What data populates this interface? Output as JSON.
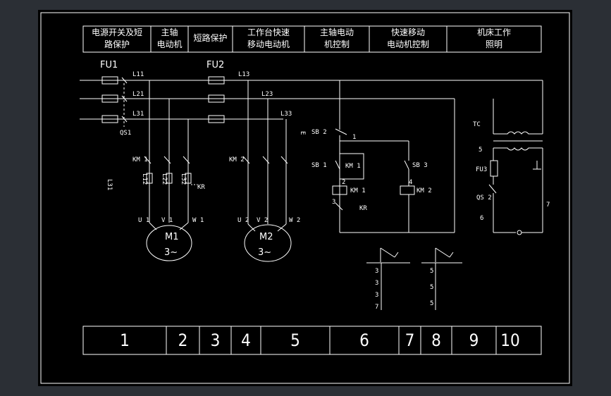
{
  "header_cells": [
    {
      "line1": "电源开关及短",
      "line2": "路保护"
    },
    {
      "line1": "主轴",
      "line2": "电动机"
    },
    {
      "line1": "短路保护",
      "line2": ""
    },
    {
      "line1": "工作台快速",
      "line2": "移动电动机"
    },
    {
      "line1": "主轴电动",
      "line2": "机控制"
    },
    {
      "line1": "快速移动",
      "line2": "电动机控制"
    },
    {
      "line1": "机床工作",
      "line2": "照明"
    }
  ],
  "footer_numbers": [
    "1",
    "2",
    "3",
    "4",
    "5",
    "6",
    "7",
    "8",
    "9",
    "10"
  ],
  "labels": {
    "fu1": "FU1",
    "fu2": "FU2",
    "l11": "L11",
    "l21": "L21",
    "l31": "L31",
    "l13": "L13",
    "l23": "L23",
    "l33": "L33",
    "qs1": "QS1",
    "km1_main": "KM 1",
    "km2_main": "KM 2",
    "l12": "L12",
    "l22": "L22",
    "l32": "L32",
    "kr_main": "KR",
    "u1": "U 1",
    "v1": "V 1",
    "w1": "W 1",
    "u2": "U 2",
    "v2": "V 2",
    "w2": "W 2",
    "m1": "M1",
    "m2": "M2",
    "phase1": "3~",
    "phase2": "3~",
    "sb2": "SB 2",
    "sb1": "SB 1",
    "sb3": "SB 3",
    "km1_hold": "KM 1",
    "km1_coil": "KM 1",
    "km2_coil": "KM 2",
    "kr_ctrl": "KR",
    "e_mark": "E",
    "n1": "1",
    "n2": "2",
    "n3": "3",
    "n4": "4",
    "tc": "TC",
    "fu3": "FU3",
    "qs2": "QS 2",
    "n5": "5",
    "n6": "6",
    "n7": "7",
    "side_l31": "L31",
    "contacts_a": [
      "3",
      "3",
      "3",
      "7"
    ],
    "contacts_b": [
      "5",
      "5",
      "5"
    ]
  }
}
